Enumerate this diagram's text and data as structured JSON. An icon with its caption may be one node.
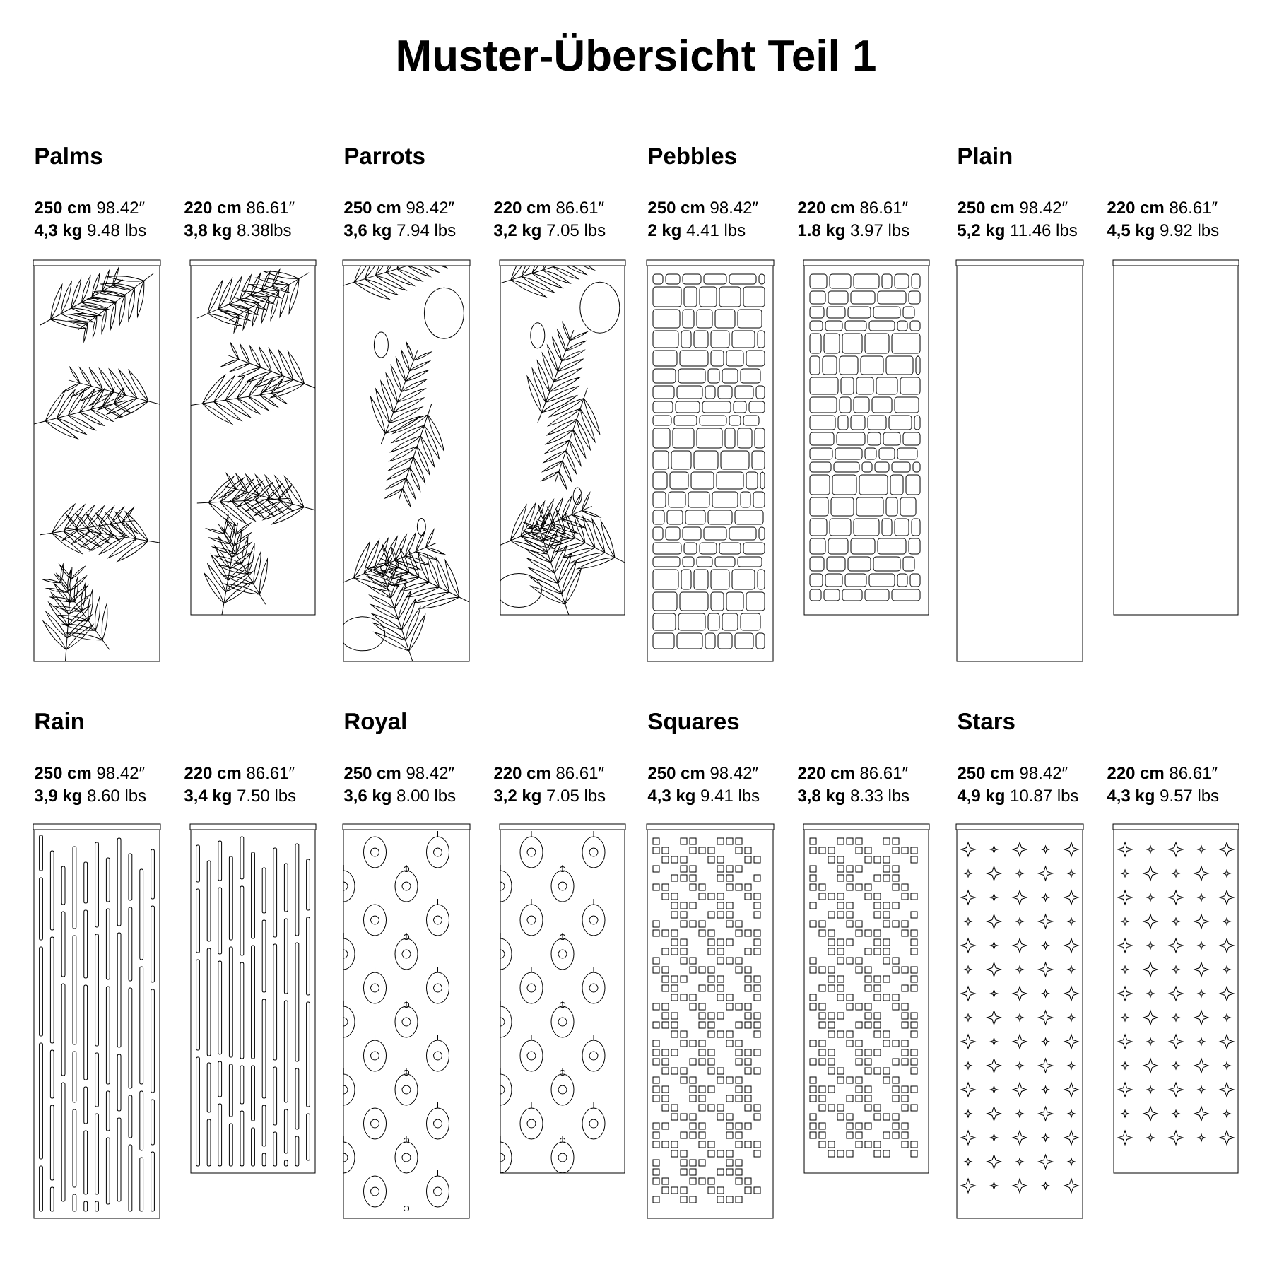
{
  "diagram": {
    "title": "Muster-Übersicht Teil 1",
    "labels": [
      "Palms",
      "Parrots",
      "Pebbles",
      "Plain",
      "**250 cm** 98.42″",
      "**220 cm** 86.61″",
      "**250 cm** 98.42″",
      "**220 cm** 86.61″",
      "**250 cm** 98.42″",
      "**220 cm** 86.61″",
      "**250 cm** 98.42″",
      "**220 cm** 86.61″",
      "**4,3 kg** 9.48 lbs",
      "**3,8 kg** 8.38lbs",
      "**3,6 kg** 7.94 lbs",
      "**3,2 kg** 7.05 lbs",
      "**2 kg** 4.41 lbs",
      "**1.8 kg** 3.97 lbs",
      "**5,2 kg** 11.46 lbs",
      "**4,5 kg** 9.92 lbs",
      "Rain",
      "Royal",
      "Squares",
      "Stars",
      "**250 cm** 98.42″",
      "**220 cm** 86.61″",
      "**250 cm** 98.42″",
      "**220 cm** 86.61″",
      "**250 cm** 98.42″",
      "**220 cm** 86.61″",
      "**250 cm** 98.42″",
      "**220 cm** 86.61″",
      "**3,9 kg** 8.60 lbs",
      "**3,4 kg** 7.50 lbs",
      "**3,6 kg** 8.00 lbs",
      "**3,2 kg** 7.05 lbs",
      "**4,3 kg** 9.41 lbs",
      "**3,8 kg** 8.33 lbs",
      "**4,9 kg** 10.87 lbs",
      "**4,3 kg** 9.57 lbs"
    ]
  }
}
